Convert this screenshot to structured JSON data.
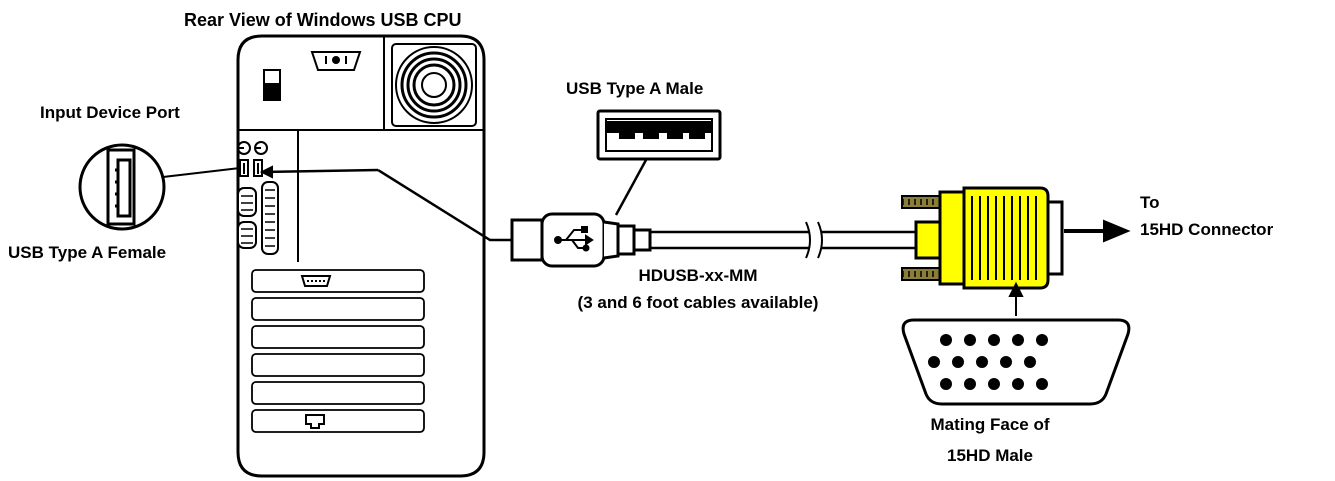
{
  "diagram": {
    "title": "Rear View of Windows USB CPU",
    "input_port_label": "Input Device Port",
    "usb_female_label": "USB Type A Female",
    "usb_male_label": "USB Type A Male",
    "cable_label": "HDUSB-xx-MM",
    "cable_note": "(3 and 6 foot cables available)",
    "to_label": "To",
    "connector_label": "15HD Connector",
    "mating_face_label": "Mating Face of",
    "mating_face_label_2": "15HD Male"
  },
  "colors": {
    "connector_fill": "#ffff00",
    "ink": "#000000",
    "screw_fill": "#8a7d3a"
  },
  "icons": [
    "power-switch-icon",
    "power-socket-icon",
    "fan-icon",
    "usb-symbol-icon",
    "vga-port-icon",
    "network-port-icon",
    "arrow-right-icon"
  ]
}
